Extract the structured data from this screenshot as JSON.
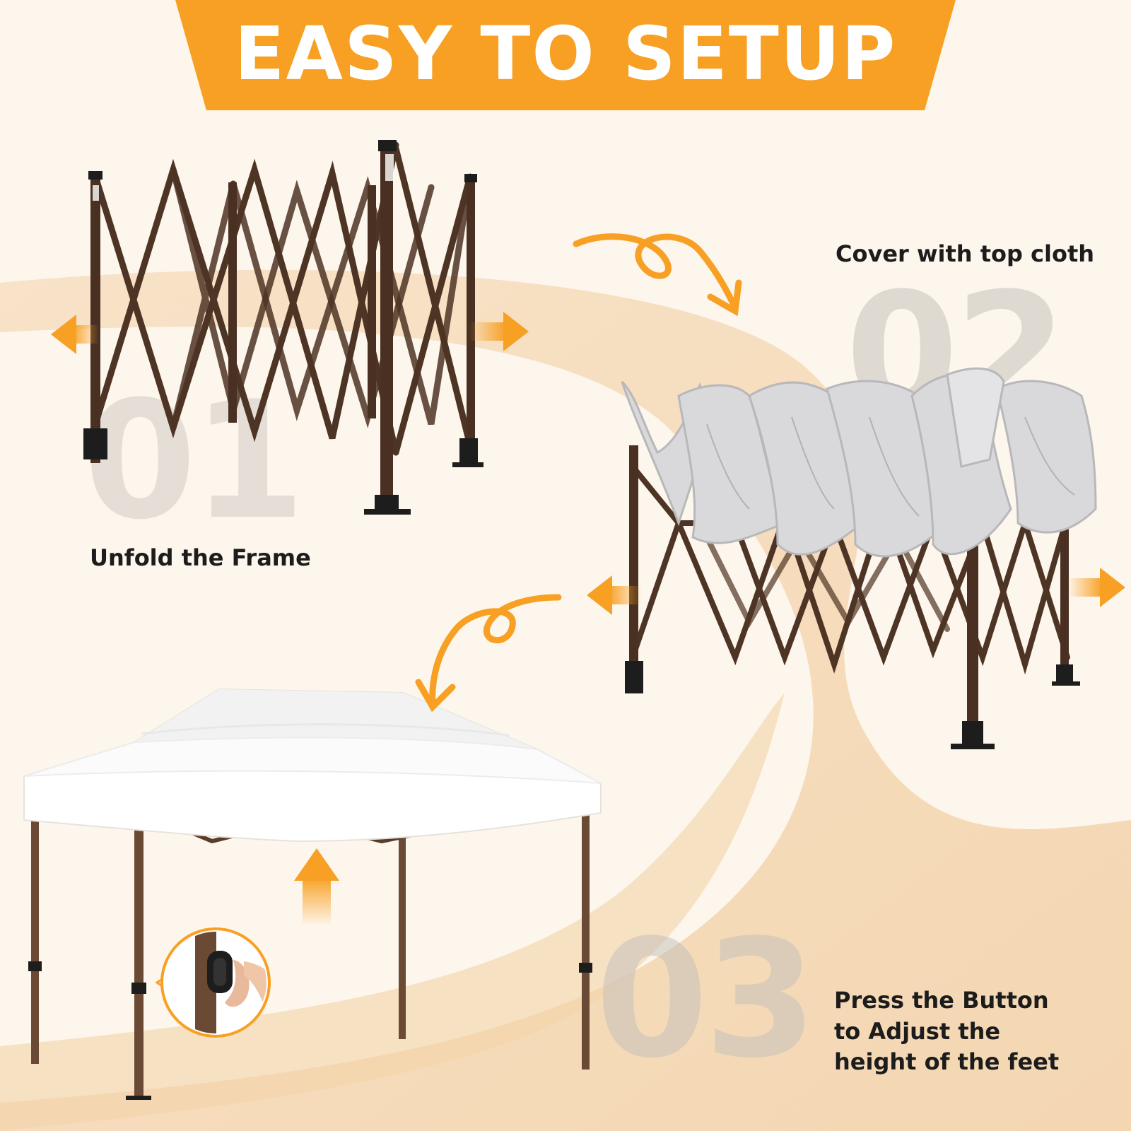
{
  "banner": {
    "title": "EASY TO SETUP",
    "color": "#f7a024"
  },
  "steps": [
    {
      "number": "01",
      "caption": "Unfold the Frame",
      "icon": "frame-unfolded-icon"
    },
    {
      "number": "02",
      "caption": "Cover with top cloth",
      "icon": "frame-with-cloth-icon"
    },
    {
      "number": "03",
      "caption_lines": [
        "Press the Button",
        "to Adjust the",
        "height of the feet"
      ],
      "icon": "canopy-tent-icon"
    }
  ],
  "colors": {
    "background": "#fdf6ec",
    "accent": "#f7a024",
    "frame": "#4e3424",
    "canopy": "#ffffff",
    "cloth": "#d4d4d6"
  },
  "icons": [
    "curved-arrow-icon",
    "double-arrow-icon",
    "up-arrow-icon",
    "push-button-icon"
  ]
}
